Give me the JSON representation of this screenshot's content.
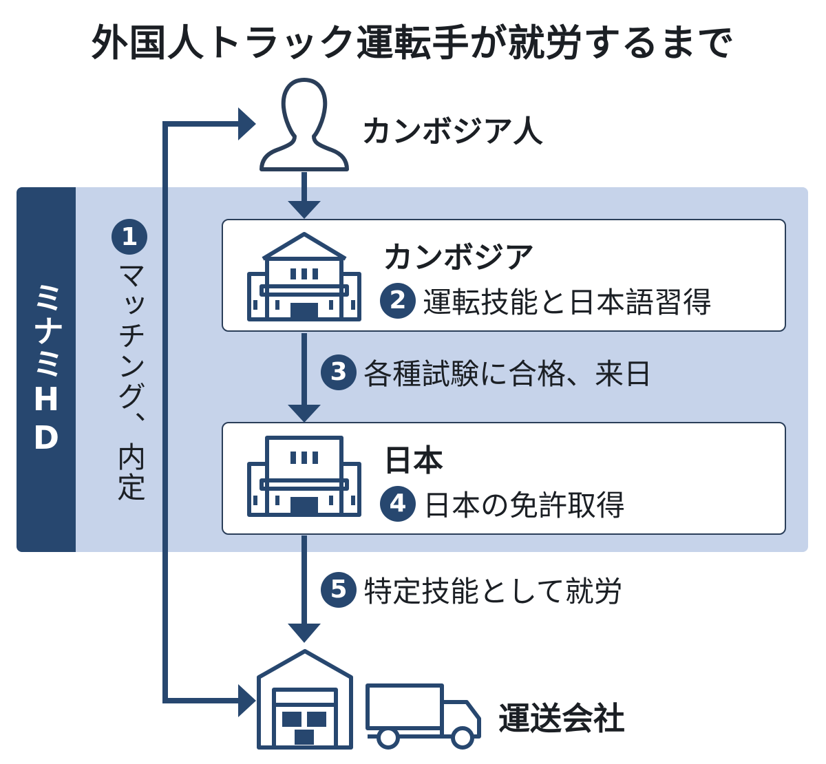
{
  "title": "外国人トラック運転手が就労するまで",
  "side_label": "ミナミHD",
  "person_label": "カンボジア人",
  "company_label": "運送会社",
  "steps": [
    {
      "number": "1",
      "text": "マッチング、内定"
    },
    {
      "number": "2",
      "text": "運転技能と日本語習得"
    },
    {
      "number": "3",
      "text": "各種試験に合格、来日"
    },
    {
      "number": "4",
      "text": "日本の免許取得"
    },
    {
      "number": "5",
      "text": "特定技能として就労"
    }
  ],
  "cards": [
    {
      "title": "カンボジア"
    },
    {
      "title": "日本"
    }
  ],
  "colors": {
    "navy": "#27476f",
    "band": "#c6d3ea",
    "outline": "#2a3e59"
  },
  "icons": [
    "person-icon",
    "school-building-icon",
    "school-building-icon",
    "warehouse-icon",
    "truck-icon"
  ]
}
